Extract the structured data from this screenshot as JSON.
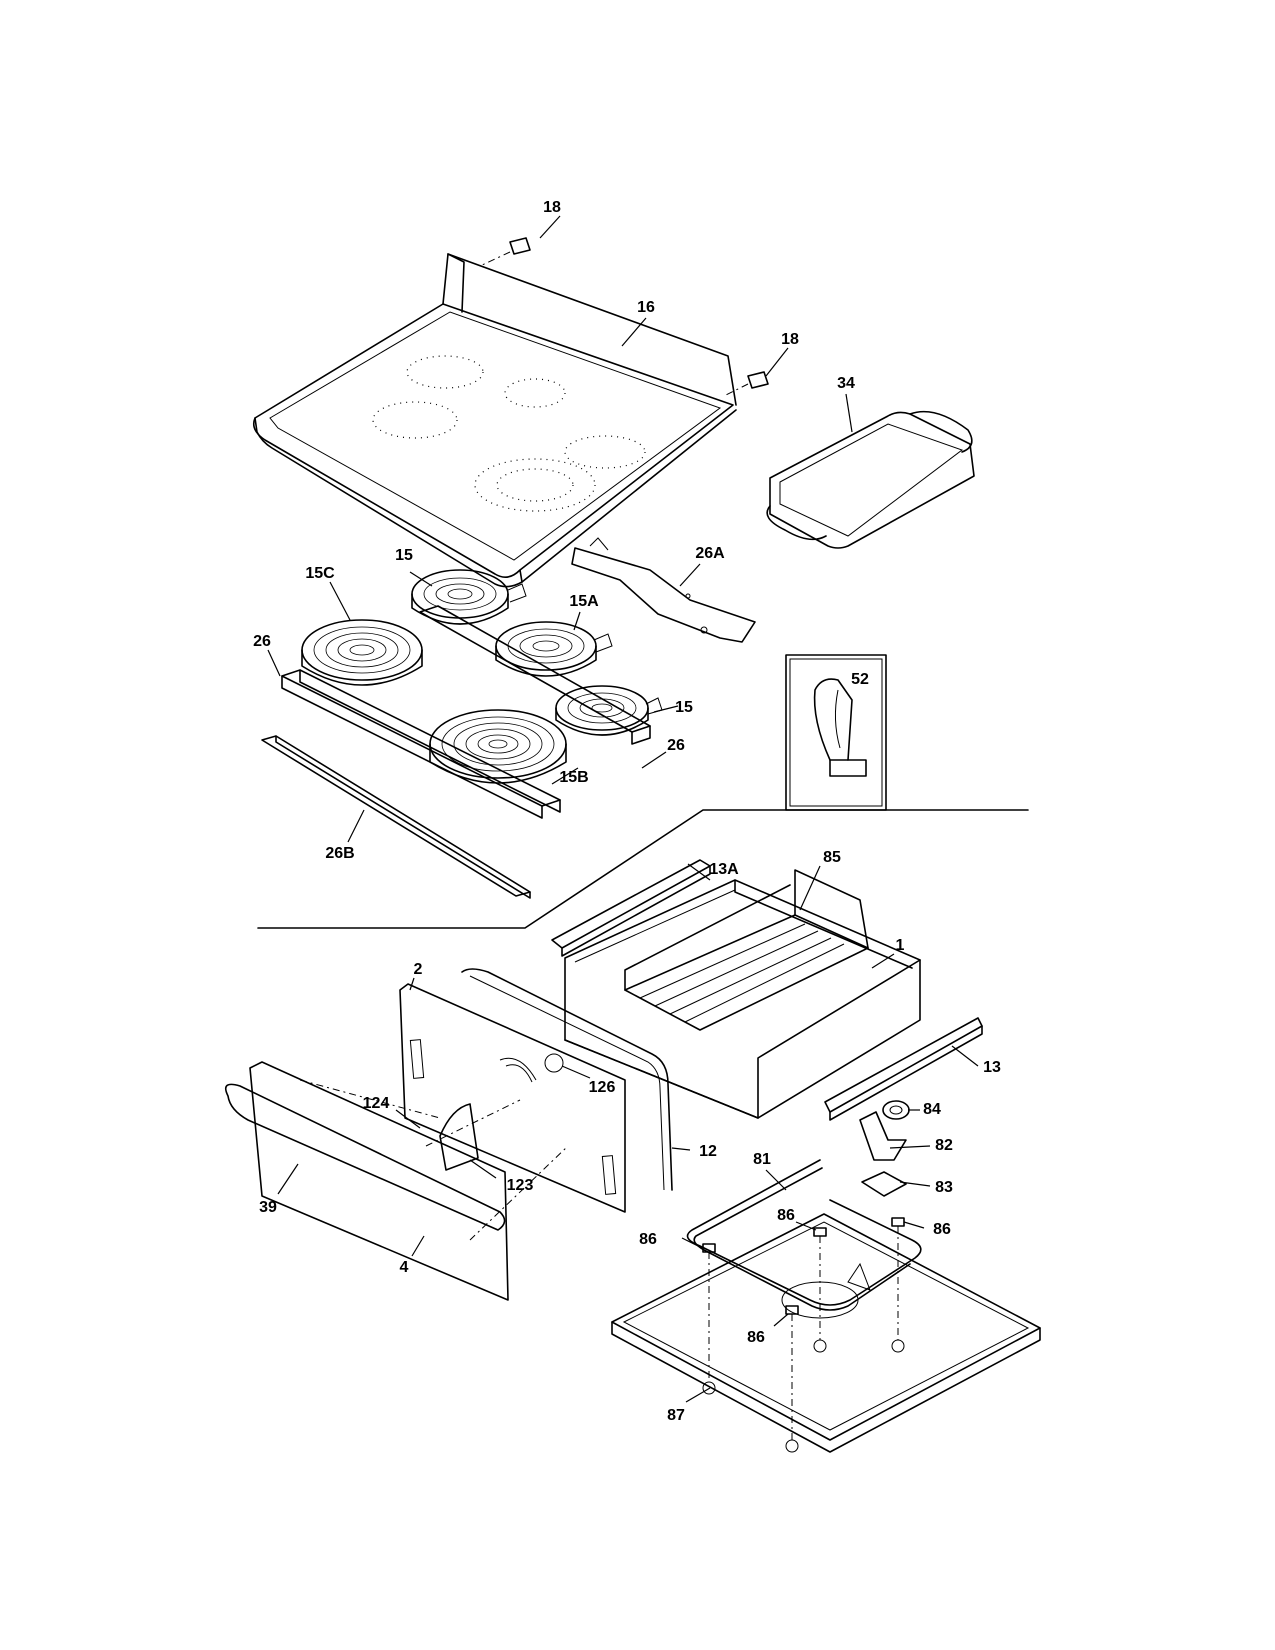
{
  "callouts": [
    {
      "label": "18"
    },
    {
      "label": "16"
    },
    {
      "label": "18"
    },
    {
      "label": "34"
    },
    {
      "label": "15C"
    },
    {
      "label": "15"
    },
    {
      "label": "26A"
    },
    {
      "label": "15A"
    },
    {
      "label": "26"
    },
    {
      "label": "52"
    },
    {
      "label": "15"
    },
    {
      "label": "26"
    },
    {
      "label": "15B"
    },
    {
      "label": "26B"
    },
    {
      "label": "13A"
    },
    {
      "label": "85"
    },
    {
      "label": "1"
    },
    {
      "label": "2"
    },
    {
      "label": "13"
    },
    {
      "label": "126"
    },
    {
      "label": "84"
    },
    {
      "label": "124"
    },
    {
      "label": "82"
    },
    {
      "label": "12"
    },
    {
      "label": "81"
    },
    {
      "label": "123"
    },
    {
      "label": "83"
    },
    {
      "label": "39"
    },
    {
      "label": "86"
    },
    {
      "label": "86"
    },
    {
      "label": "86"
    },
    {
      "label": "4"
    },
    {
      "label": "86"
    },
    {
      "label": "87"
    }
  ]
}
